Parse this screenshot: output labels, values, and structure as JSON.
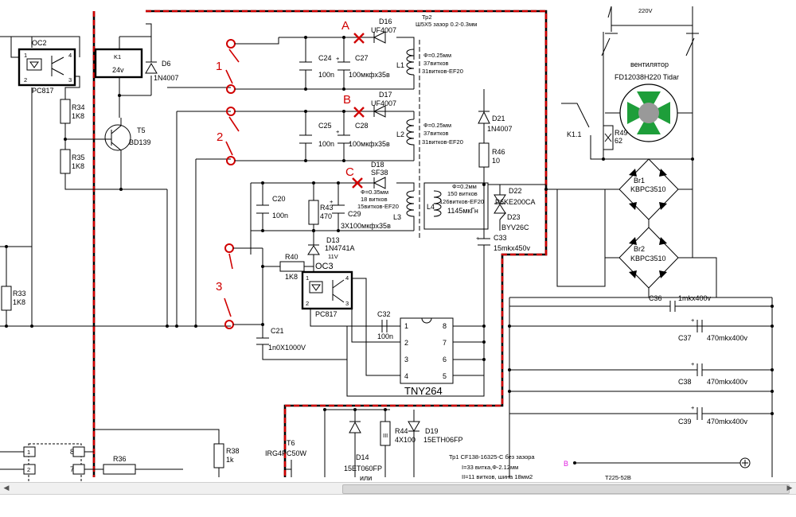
{
  "labels": {
    "oc2": "OC2",
    "pc817a": "PC817",
    "oc2_p1": "1",
    "oc2_p2": "2",
    "oc2_p3": "3",
    "oc2_p4": "4",
    "k1": "K1",
    "k1v": "24v",
    "d6": "D6",
    "d6v": "1N4007",
    "r34": "R34",
    "r34v": "1K8",
    "r35": "R35",
    "r35v": "1K8",
    "t5": "T5",
    "t5v": "BD139",
    "r33": "R33",
    "r33v": "1K8",
    "sw1": "1",
    "sw2": "2",
    "sw3": "3",
    "mA": "A",
    "mB": "B",
    "mC": "C",
    "c24": "C24",
    "c24v": "100n",
    "c27": "C27",
    "c27v": "100мкфх35в",
    "c25": "C25",
    "c25v": "100n",
    "c28": "C28",
    "c28v": "100мкфх35в",
    "d16": "D16",
    "d16v": "UF4007",
    "d17": "D17",
    "d17v": "UF4007",
    "d18": "D18",
    "d18v": "SF38",
    "tp2": "Тр2",
    "tp2v": "Ш5Х5 зазор 0.2-0.3мм",
    "l1": "L1",
    "l2": "L2",
    "l3": "L3",
    "l4": "L4",
    "w1a": "Ф=0.25мм",
    "w1b": "37витков",
    "w1c": "31витков-EF20",
    "w2a": "Ф=0.25мм",
    "w2b": "37витков",
    "w2c": "31витков-EF20",
    "w3a": "Ф=0.35мм",
    "w3b": "18 витков",
    "w3c": "15витков-EF20",
    "w4a": "Ф=0.2мм",
    "w4b": "150 витков",
    "w4c": "126витков-EF20",
    "w4d": "1145мкГн",
    "c20": "C20",
    "c20v": "100n",
    "r43": "R43",
    "r43v": "470",
    "c29": "C29",
    "c29v": "3X100мкфх35в",
    "d13": "D13",
    "d13v": "1N4741A",
    "d13v2": "11V",
    "r40": "R40",
    "r40v": "1K8",
    "oc3": "OC3",
    "pc817b": "PC817",
    "oc3_p1": "1",
    "oc3_p2": "2",
    "oc3_p3": "3",
    "oc3_p4": "4",
    "c21": "C21",
    "c21v": "1n0X1000V",
    "c32": "C32",
    "c32v": "100n",
    "tny": "TNY264",
    "tny_p1": "1",
    "tny_p2": "2",
    "tny_p3": "3",
    "tny_p4": "4",
    "tny_p5": "5",
    "tny_p6": "6",
    "tny_p7": "7",
    "tny_p8": "8",
    "d21": "D21",
    "d21v": "1N4007",
    "r46": "R46",
    "r46v": "10",
    "d22": "D22",
    "d22v": "P6KE200CA",
    "d23": "D23",
    "d23v": "BYV26C",
    "c33": "C33",
    "c33v": "15mkx450v",
    "v220": "220V",
    "fan": "вентилятор",
    "fanv": "FD12038H220 Tidar",
    "k11": "K1.1",
    "r49": "R49",
    "r49v": "62",
    "br1": "Br1",
    "br1v": "KBPC3510",
    "br2": "Br2",
    "br2v": "KBPC3510",
    "c36": "C36",
    "c36v": "1mkx400v",
    "c37": "C37",
    "c37v": "470mkx400v",
    "c38": "C38",
    "c38v": "470mkx400v",
    "c39": "C39",
    "c39v": "470mkx400v",
    "r38": "R38",
    "r38v": "1k",
    "t6": "T6",
    "t6v": "IRG4PC50W",
    "r36": "R36",
    "d14": "D14",
    "d14v": "15ET060FP",
    "d14v2": "или",
    "r44": "R44",
    "r44v": "4X100",
    "d19": "D19",
    "d19v": "15ETH06FP",
    "tp1": "Тр1  CF138-16325-C без зазора",
    "tp1a": "I=33 витка,Ф-2.12мм",
    "tp1b": "II=11 витков, шина 18мм2",
    "t225": "T225-52B",
    "u1_p1": "1",
    "u1_p2": "2",
    "u1_p7": "7",
    "u1_p8": "8",
    "b": "B"
  },
  "colors": {
    "marker": "#d00000",
    "wire": "#000000",
    "dash": "#d00000",
    "fan_green": "#1e9e3a",
    "fan_hub": "#999999",
    "pink": "#e020e0"
  }
}
